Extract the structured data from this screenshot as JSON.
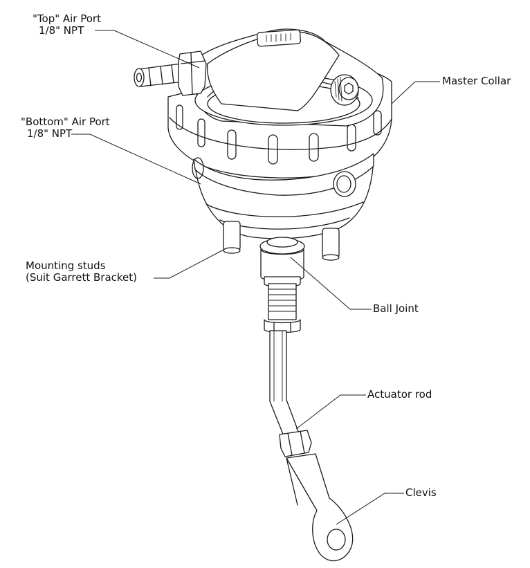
{
  "labels": {
    "top_port_line1": "\"Top\" Air Port",
    "top_port_line2": "1/8\" NPT",
    "bottom_port_line1": "\"Bottom\" Air Port",
    "bottom_port_line2": "1/8\" NPT",
    "master_collar": "Master Collar",
    "mounting_studs_line1": "Mounting studs",
    "mounting_studs_line2": "(Suit Garrett Bracket)",
    "ball_joint": "Ball Joint",
    "actuator_rod": "Actuator rod",
    "clevis": "Clevis"
  }
}
